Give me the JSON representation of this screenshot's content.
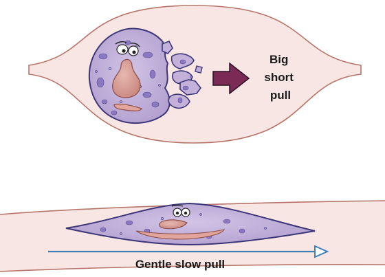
{
  "top_panel": {
    "label_lines": [
      "Big",
      "short",
      "pull"
    ]
  },
  "bottom_panel": {
    "label": "Gentle slow pull"
  },
  "colors": {
    "tissue_fill": "#f7e6e3",
    "tissue_edge": "#b7756a",
    "cell_fill": "#c3b1da",
    "cell_edge": "#3c3577",
    "nucleus_fill": "#d2958d",
    "inclusion_fill": "#8a79c0",
    "big_arrow": "#7a2a55",
    "slow_arrow": "#3f7fb8"
  }
}
